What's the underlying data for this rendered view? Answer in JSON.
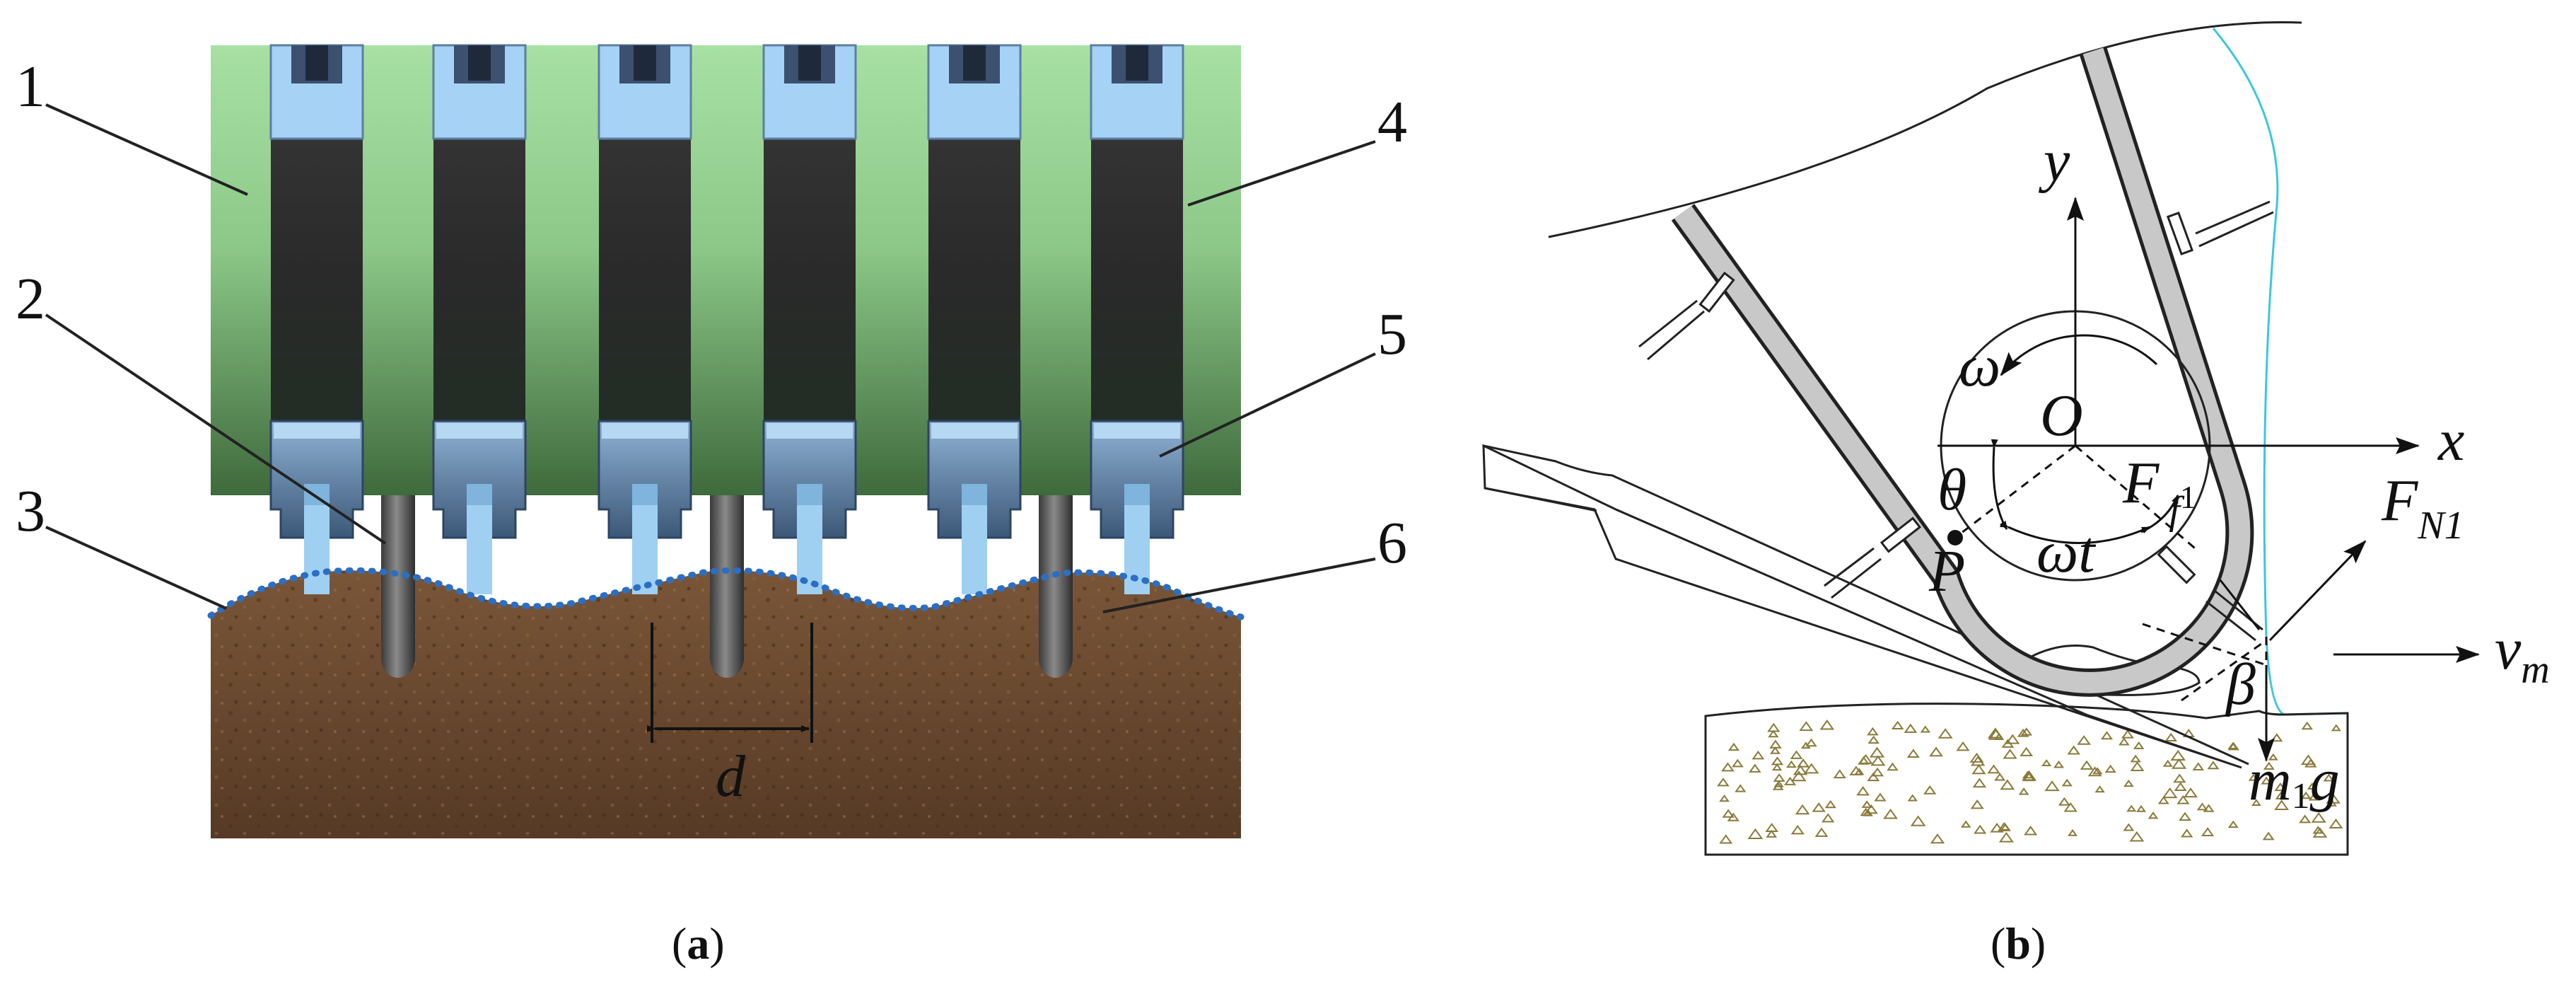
{
  "panel_a": {
    "numbers": [
      "1",
      "2",
      "3",
      "4",
      "5",
      "6"
    ],
    "dimension_label": "d",
    "caption_open": "(",
    "caption_letter": "a",
    "caption_close": ")",
    "colors": {
      "roller_green": "#9fd49c",
      "soil_brown": "#6b4a30",
      "tooth_blue": "#9fd0f2",
      "profile_dots": "#2b6fc4"
    }
  },
  "panel_b": {
    "axis_x": "x",
    "axis_y": "y",
    "omega": "ω",
    "origin": "O",
    "theta": "θ",
    "point_p": "P",
    "force_f": "F",
    "force_f_sub": "f",
    "force_f_sub2": "1",
    "omega_t": "ωt",
    "force_n": "F",
    "force_n_sub": "N1",
    "velocity": "v",
    "velocity_sub": "m",
    "beta": "β",
    "weight_m": "m",
    "weight_sub": "1",
    "weight_g": "g",
    "caption_open": "(",
    "caption_letter": "b",
    "caption_close": ")"
  }
}
